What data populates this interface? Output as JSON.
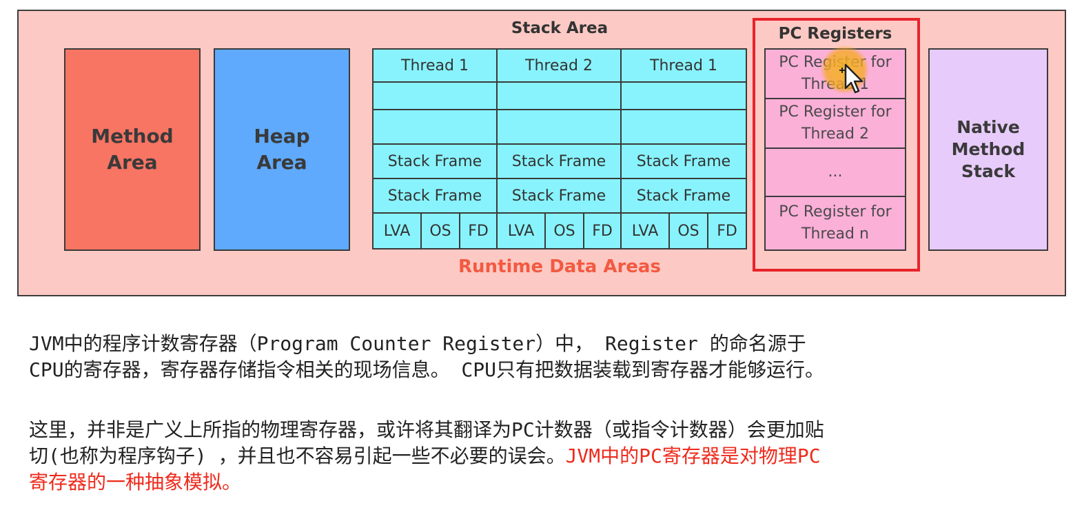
{
  "diagram": {
    "method_area": "Method\nArea",
    "heap_area": "Heap\nArea",
    "native_stack": "Native\nMethod\nStack",
    "stack_title": "Stack Area",
    "pc_title": "PC Registers",
    "runtime_label": "Runtime Data Areas",
    "threads": [
      "Thread 1",
      "Thread 2",
      "Thread 1"
    ],
    "frame_label": "Stack Frame",
    "sub_labels": [
      "LVA",
      "OS",
      "FD"
    ],
    "pc_cells": [
      "PC Register for\nThread 1",
      "PC Register for\nThread 2",
      "...",
      "PC Register for\nThread n"
    ],
    "colors": {
      "background": "#fdc9c4",
      "method": "#f87463",
      "heap": "#5faafc",
      "stack": "#88f3fc",
      "pc": "#fbb0d8",
      "native": "#e7cbfa",
      "highlight": "#e8232b",
      "runtime_label": "#f25a41"
    }
  },
  "text": {
    "p1_line1": "JVM中的程序计数寄存器（Program Counter Register）中， Register 的命名源于",
    "p1_line2": "CPU的寄存器，寄存器存储指令相关的现场信息。 CPU只有把数据装载到寄存器才能够运行。",
    "p2_line1": "这里，并非是广义上所指的物理寄存器，或许将其翻译为PC计数器（或指令计数器）会更加贴",
    "p2_line2_black": "切(也称为程序钩子) ，并且也不容易引起一些不必要的误会。",
    "p2_line2_red": "JVM中的PC寄存器是对物理PC",
    "p2_line3_red": "寄存器的一种抽象模拟。"
  }
}
